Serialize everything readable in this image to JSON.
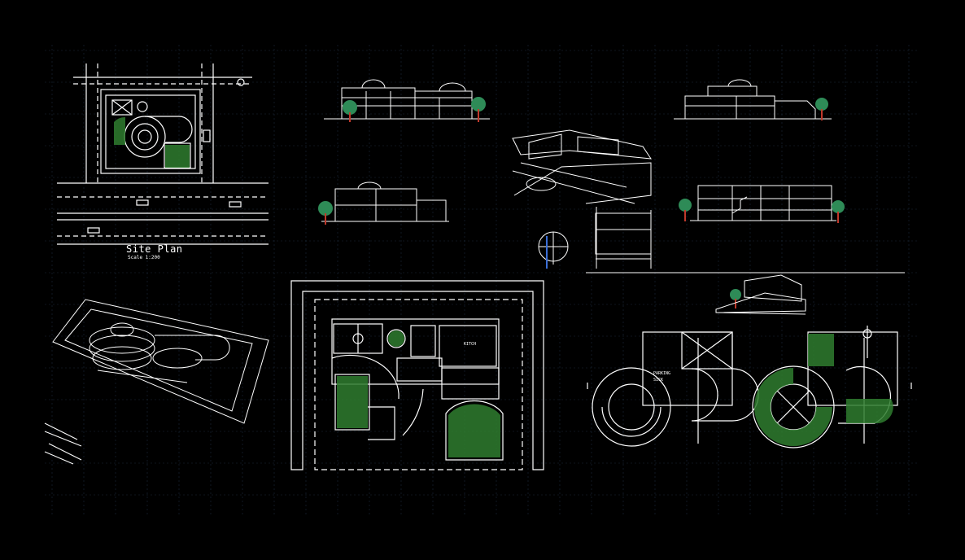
{
  "drawing": {
    "background": "#000000",
    "grid_color": "#1c2a3a",
    "line_color": "#ffffff",
    "hatch_color": "#2f7d2f",
    "tree_trunk_color": "#c0392b",
    "tree_leaf_color": "#2e8b57",
    "accent_blue": "#3b6fd8"
  },
  "site_plan": {
    "title": "Site Plan",
    "scale": "Scale 1:200"
  },
  "floor_plan_labels": {
    "room_a": "KITCH",
    "room_b": "PARKING",
    "room_c": "SICK"
  }
}
